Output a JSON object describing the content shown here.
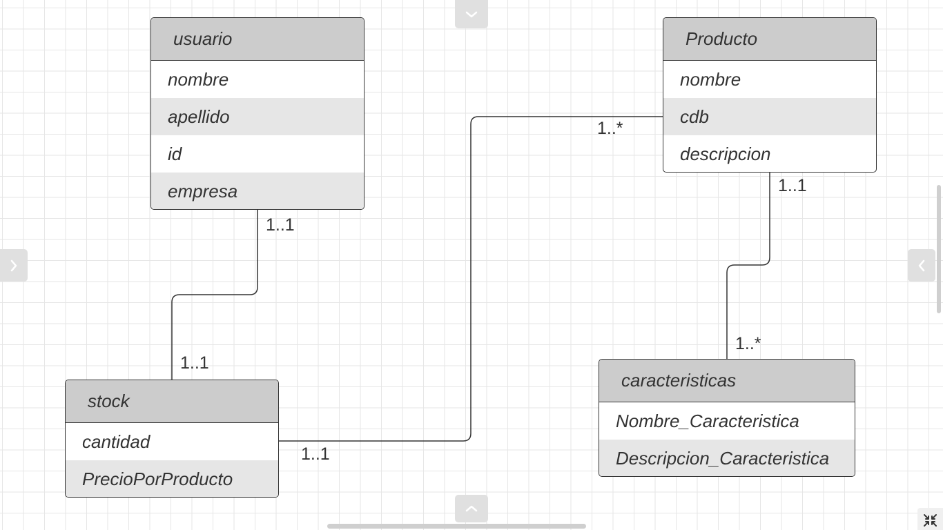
{
  "entities": {
    "usuario": {
      "title": "usuario",
      "fields": [
        "nombre",
        "apellido",
        "id",
        "empresa"
      ]
    },
    "producto": {
      "title": "Producto",
      "fields": [
        "nombre",
        "cdb",
        "descripcion"
      ]
    },
    "stock": {
      "title": "stock",
      "fields": [
        "cantidad",
        "PrecioPorProducto"
      ]
    },
    "caracteristicas": {
      "title": "caracteristicas",
      "fields": [
        "Nombre_Caracteristica",
        "Descripcion_Caracteristica"
      ]
    }
  },
  "relations": {
    "usuario_stock": {
      "from_label": "1..1",
      "to_label": "1..1"
    },
    "stock_producto": {
      "from_label": "1..1",
      "to_label": "1..*"
    },
    "producto_caracteristicas": {
      "from_label": "1..1",
      "to_label": "1..*"
    }
  },
  "controls": {
    "top_tab_icon": "chevron-down-icon",
    "bottom_tab_icon": "chevron-up-icon",
    "left_tab_icon": "chevron-right-icon",
    "right_tab_icon": "chevron-left-icon",
    "collapse_icon": "collapse-arrows-icon"
  },
  "colors": {
    "header_fill": "#cccccc",
    "alt_row_fill": "#e6e6e6",
    "stroke": "#333333",
    "grid": "#e6e6e6"
  }
}
